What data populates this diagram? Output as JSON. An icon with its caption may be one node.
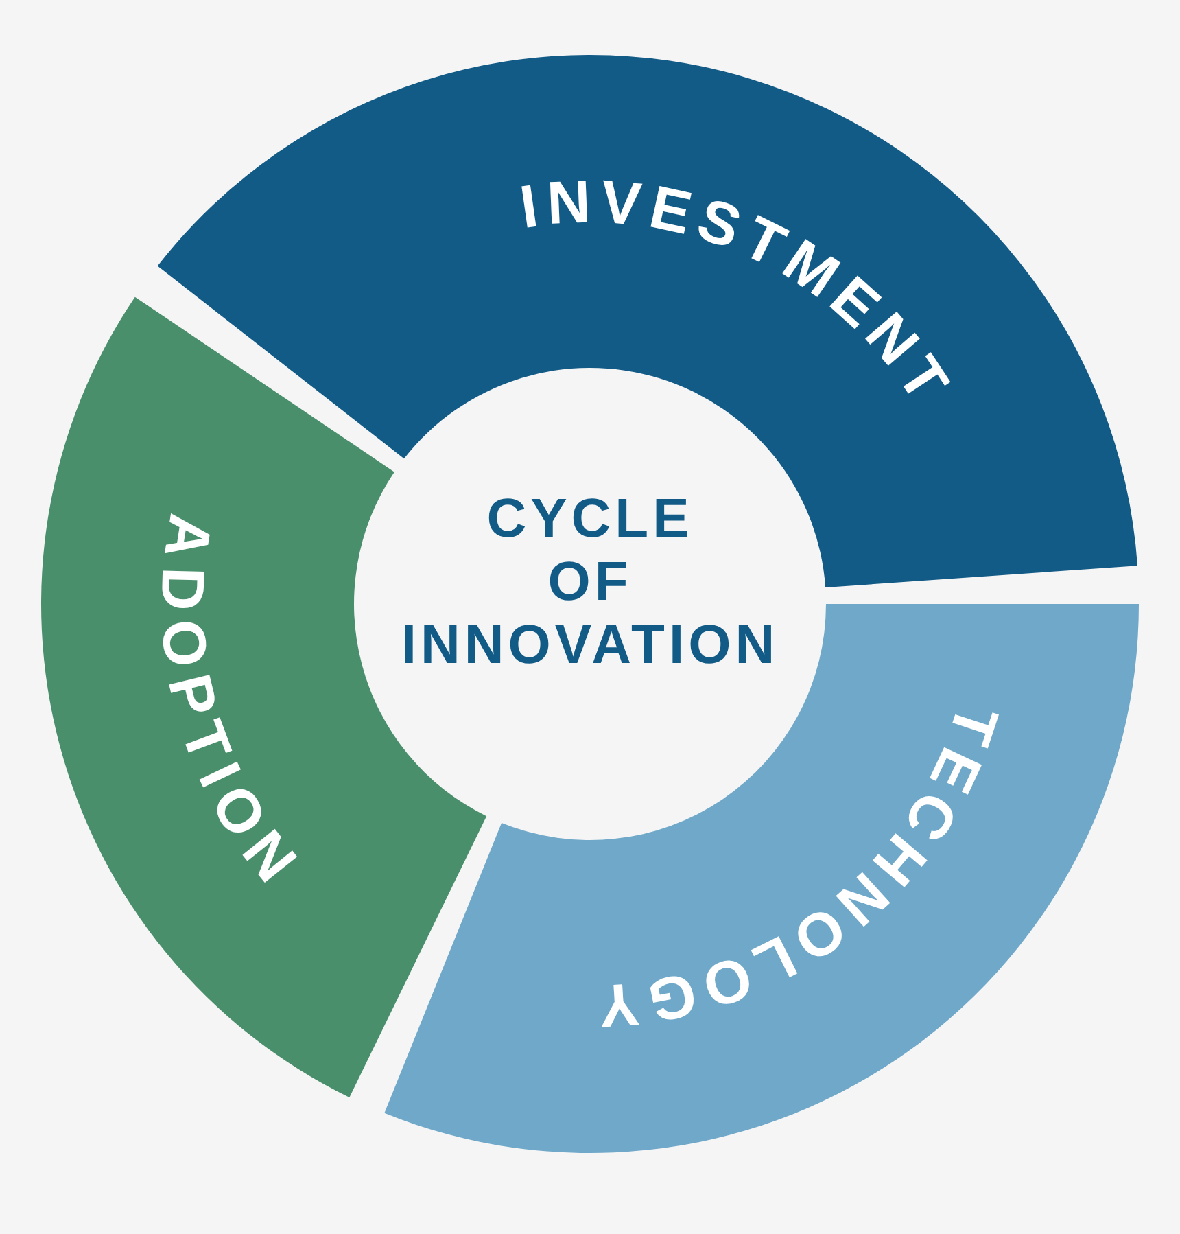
{
  "diagram": {
    "nodes": [
      {
        "text": [
          "INVESTMENT"
        ]
      },
      {
        "text": [
          "TECHNOLOGY"
        ]
      },
      {
        "text": [
          "ADOPTION"
        ]
      }
    ],
    "labels": [
      "CYCLE OF INNOVATION"
    ]
  }
}
